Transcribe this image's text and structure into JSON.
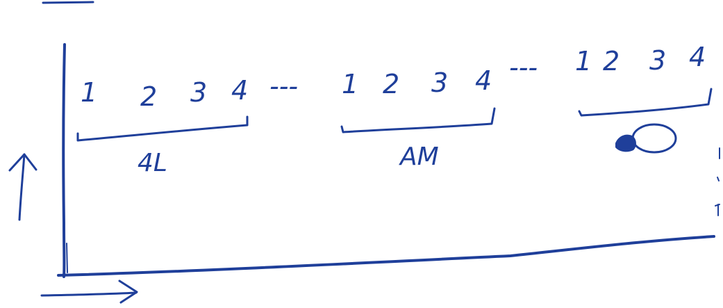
{
  "ink_color": "#1f3f9a",
  "groups": [
    {
      "numbers": [
        "1",
        "2",
        "3",
        "4"
      ],
      "label": "4L"
    },
    {
      "numbers": [
        "1",
        "2",
        "3",
        "4"
      ],
      "label": "AM"
    },
    {
      "numbers": [
        "1",
        "2",
        "3",
        "4"
      ],
      "label": ""
    }
  ],
  "separator": "---",
  "icons": {
    "group3_symbol": "light-bulb-icon",
    "y_axis_arrow": "up-arrow-icon",
    "x_axis_arrow": "right-arrow-icon"
  }
}
